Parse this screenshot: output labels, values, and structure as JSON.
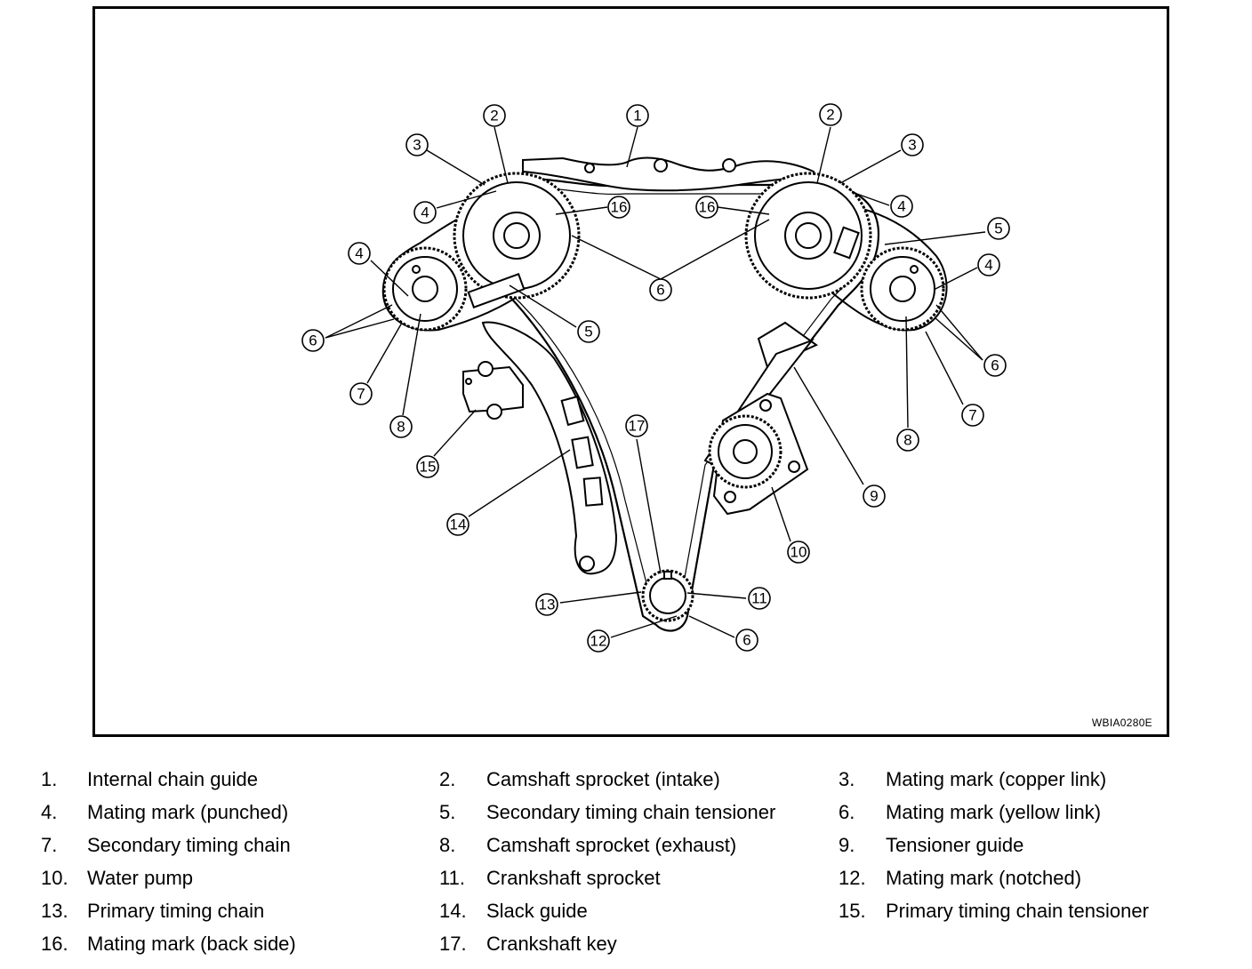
{
  "figure": {
    "code": "WBIA0280E",
    "callouts": {
      "c1": "1",
      "c2a": "2",
      "c2b": "2",
      "c3a": "3",
      "c3b": "3",
      "c4a": "4",
      "c4b": "4",
      "c4c": "4",
      "c4d": "4",
      "c5a": "5",
      "c5b": "5",
      "c6a": "6",
      "c6b": "6",
      "c6c": "6",
      "c6d": "6",
      "c7a": "7",
      "c7b": "7",
      "c8a": "8",
      "c8b": "8",
      "c9": "9",
      "c10": "10",
      "c11": "11",
      "c12": "12",
      "c13": "13",
      "c14": "14",
      "c15": "15",
      "c16a": "16",
      "c16b": "16",
      "c17": "17"
    }
  },
  "legend": [
    {
      "num": "1.",
      "text": "Internal chain guide"
    },
    {
      "num": "2.",
      "text": "Camshaft sprocket (intake)"
    },
    {
      "num": "3.",
      "text": "Mating mark (copper link)"
    },
    {
      "num": "4.",
      "text": "Mating mark (punched)"
    },
    {
      "num": "5.",
      "text": "Secondary timing chain tensioner"
    },
    {
      "num": "6.",
      "text": "Mating mark (yellow link)"
    },
    {
      "num": "7.",
      "text": "Secondary timing chain"
    },
    {
      "num": "8.",
      "text": "Camshaft sprocket (exhaust)"
    },
    {
      "num": "9.",
      "text": "Tensioner guide"
    },
    {
      "num": "10.",
      "text": "Water pump"
    },
    {
      "num": "11.",
      "text": "Crankshaft sprocket"
    },
    {
      "num": "12.",
      "text": "Mating mark (notched)"
    },
    {
      "num": "13.",
      "text": "Primary timing chain"
    },
    {
      "num": "14.",
      "text": "Slack guide"
    },
    {
      "num": "15.",
      "text": "Primary timing chain tensioner"
    },
    {
      "num": "16.",
      "text": "Mating mark (back side)"
    },
    {
      "num": "17.",
      "text": "Crankshaft key"
    }
  ]
}
